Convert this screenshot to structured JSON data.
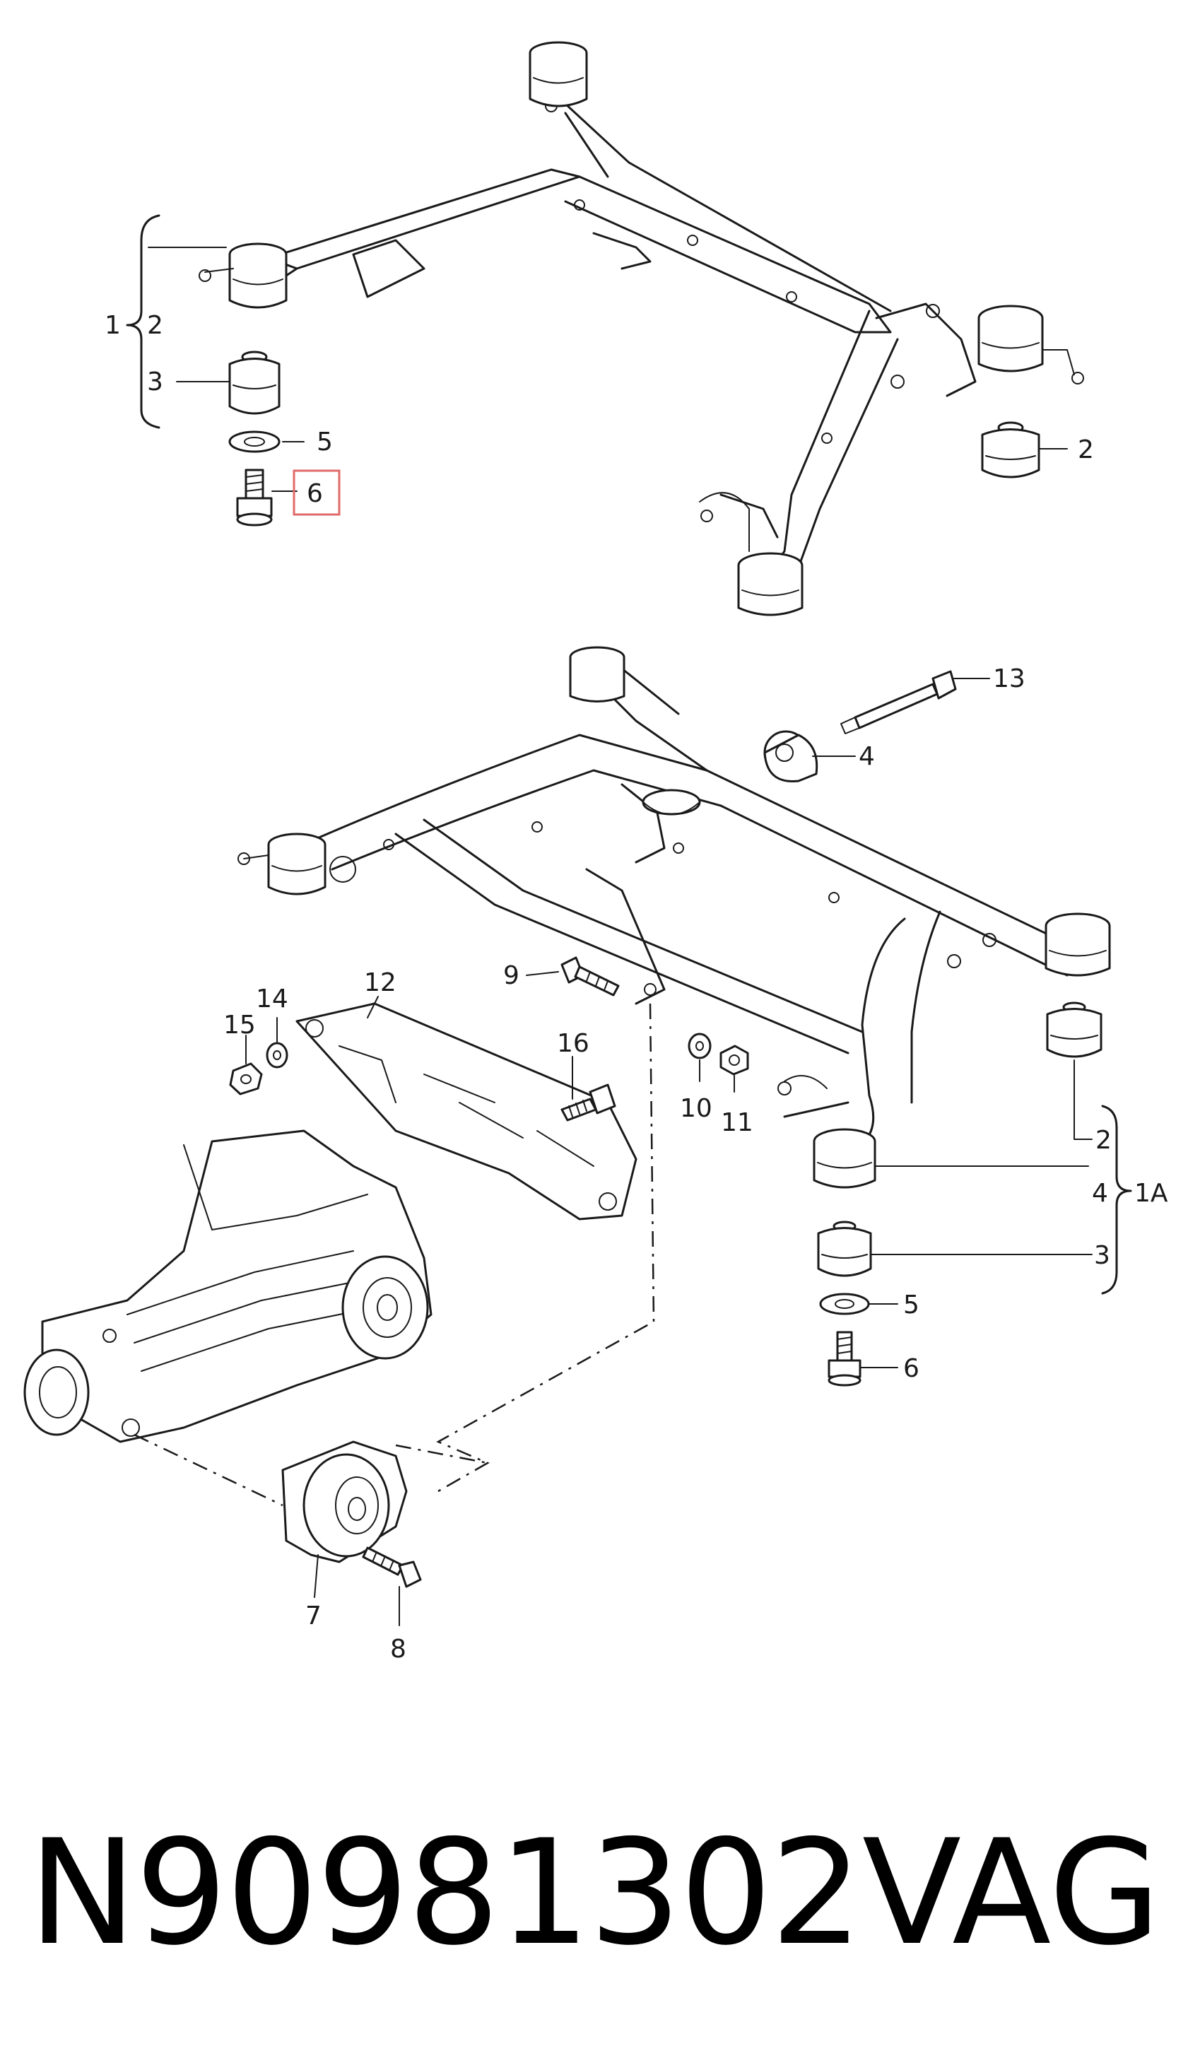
{
  "callouts_top": {
    "c1": "1",
    "c2": "2",
    "c3": "3",
    "c5": "5",
    "c6": "6",
    "c2r": "2"
  },
  "callouts_bottom": {
    "c13": "13",
    "c4": "4",
    "c9": "9",
    "c12": "12",
    "c14": "14",
    "c15": "15",
    "c16": "16",
    "c10": "10",
    "c11": "11",
    "c2": "2",
    "c4b": "4",
    "c1a": "1A",
    "c3": "3",
    "c5": "5",
    "c6": "6",
    "c7": "7",
    "c8": "8"
  },
  "highlight_color": "#e06a6a",
  "footer": {
    "part_number": "N90981302",
    "brand": "VAG"
  }
}
